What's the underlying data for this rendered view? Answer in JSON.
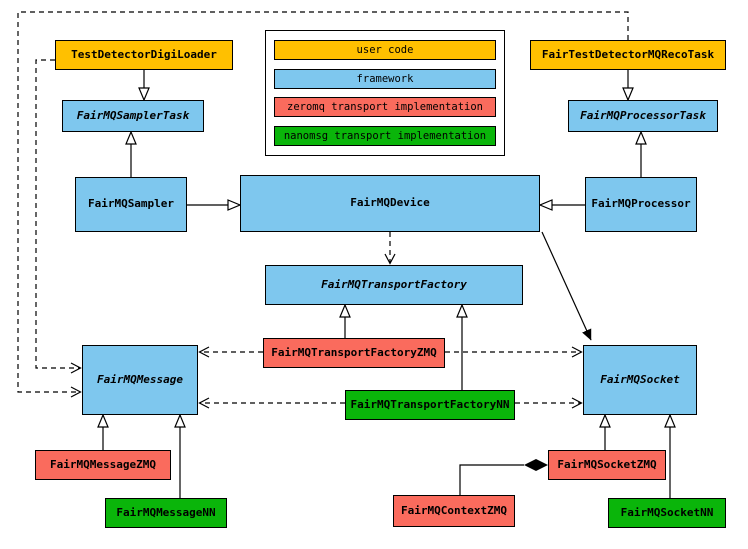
{
  "legend": {
    "items": [
      {
        "label": "user code",
        "color": "#ffc000",
        "category": "user-code"
      },
      {
        "label": "framework",
        "color": "#7ec7ee",
        "category": "framework"
      },
      {
        "label": "zeromq transport implementation",
        "color": "#fa6b5d",
        "category": "zeromq"
      },
      {
        "label": "nanomsg transport implementation",
        "color": "#0ab50a",
        "category": "nanomsg"
      }
    ]
  },
  "nodes": {
    "digi_loader": {
      "label": "TestDetectorDigiLoader",
      "category": "user-code"
    },
    "reco_task": {
      "label": "FairTestDetectorMQRecoTask",
      "category": "user-code"
    },
    "sampler_task": {
      "label": "FairMQSamplerTask",
      "category": "framework",
      "abstract": true
    },
    "processor_task": {
      "label": "FairMQProcessorTask",
      "category": "framework",
      "abstract": true
    },
    "sampler": {
      "label": "FairMQSampler",
      "category": "framework"
    },
    "device": {
      "label": "FairMQDevice",
      "category": "framework"
    },
    "processor": {
      "label": "FairMQProcessor",
      "category": "framework"
    },
    "transport_factory": {
      "label": "FairMQTransportFactory",
      "category": "framework",
      "abstract": true
    },
    "transport_factory_zmq": {
      "label": "FairMQTransportFactoryZMQ",
      "category": "zeromq"
    },
    "transport_factory_nn": {
      "label": "FairMQTransportFactoryNN",
      "category": "nanomsg"
    },
    "message": {
      "label": "FairMQMessage",
      "category": "framework",
      "abstract": true
    },
    "socket": {
      "label": "FairMQSocket",
      "category": "framework",
      "abstract": true
    },
    "message_zmq": {
      "label": "FairMQMessageZMQ",
      "category": "zeromq"
    },
    "message_nn": {
      "label": "FairMQMessageNN",
      "category": "nanomsg"
    },
    "context_zmq": {
      "label": "FairMQContextZMQ",
      "category": "zeromq"
    },
    "socket_zmq": {
      "label": "FairMQSocketZMQ",
      "category": "zeromq"
    },
    "socket_nn": {
      "label": "FairMQSocketNN",
      "category": "nanomsg"
    }
  },
  "edges": [
    {
      "from": "TestDetectorDigiLoader",
      "to": "FairMQSamplerTask",
      "type": "generalization"
    },
    {
      "from": "FairMQSampler",
      "to": "FairMQSamplerTask",
      "type": "generalization"
    },
    {
      "from": "FairTestDetectorMQRecoTask",
      "to": "FairMQProcessorTask",
      "type": "generalization"
    },
    {
      "from": "FairMQProcessor",
      "to": "FairMQProcessorTask",
      "type": "generalization"
    },
    {
      "from": "FairMQSampler",
      "to": "FairMQDevice",
      "type": "generalization"
    },
    {
      "from": "FairMQProcessor",
      "to": "FairMQDevice",
      "type": "generalization"
    },
    {
      "from": "FairMQDevice",
      "to": "FairMQTransportFactory",
      "type": "dependency"
    },
    {
      "from": "FairMQDevice",
      "to": "FairMQSocket",
      "type": "association"
    },
    {
      "from": "FairMQTransportFactoryZMQ",
      "to": "FairMQTransportFactory",
      "type": "generalization"
    },
    {
      "from": "FairMQTransportFactoryNN",
      "to": "FairMQTransportFactory",
      "type": "generalization"
    },
    {
      "from": "FairMQTransportFactoryZMQ",
      "to": "FairMQMessage",
      "type": "dependency"
    },
    {
      "from": "FairMQTransportFactoryZMQ",
      "to": "FairMQSocket",
      "type": "dependency"
    },
    {
      "from": "FairMQTransportFactoryNN",
      "to": "FairMQMessage",
      "type": "dependency"
    },
    {
      "from": "FairMQTransportFactoryNN",
      "to": "FairMQSocket",
      "type": "dependency"
    },
    {
      "from": "TestDetectorDigiLoader",
      "to": "FairMQMessage",
      "type": "dependency"
    },
    {
      "from": "FairTestDetectorMQRecoTask",
      "to": "FairMQMessage",
      "type": "dependency"
    },
    {
      "from": "FairMQMessageZMQ",
      "to": "FairMQMessage",
      "type": "generalization"
    },
    {
      "from": "FairMQMessageNN",
      "to": "FairMQMessage",
      "type": "generalization"
    },
    {
      "from": "FairMQSocketZMQ",
      "to": "FairMQSocket",
      "type": "generalization"
    },
    {
      "from": "FairMQSocketNN",
      "to": "FairMQSocket",
      "type": "generalization"
    },
    {
      "from": "FairMQContextZMQ",
      "to": "FairMQSocketZMQ",
      "type": "composition"
    }
  ]
}
